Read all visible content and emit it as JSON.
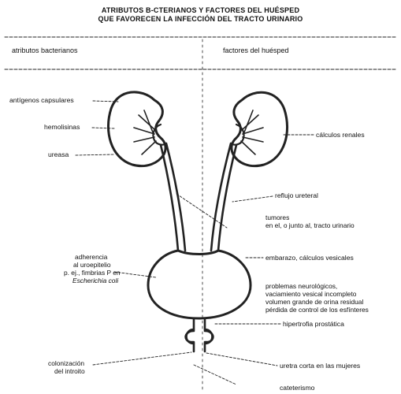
{
  "title": {
    "line1": "ATRIBUTOS B-CTERIANOS Y FACTORES DEL HUÉSPED",
    "line2": "QUE FAVORECEN LA INFECCIÓN DEL TRACTO URINARIO"
  },
  "headers": {
    "left": "atributos bacterianos",
    "right": "factores del huésped"
  },
  "bacterial_attributes": {
    "capsular": "antígenos capsulares",
    "hemolysins": "hemolisinas",
    "urease": "ureasa",
    "adherence": [
      "adherencia",
      "al uroepitelio",
      "p. ej., fimbrias P en"
    ],
    "adherence_organism": "Escherichia coli",
    "colonization": [
      "colonización",
      "del introito"
    ]
  },
  "host_factors": {
    "renal_stones": "cálculos renales",
    "reflux": "reflujo ureteral",
    "tumors": [
      "tumores",
      "en el, o junto al, tracto urinario"
    ],
    "pregnancy": "embarazo, cálculos vesicales",
    "neuro": [
      "problemas neurológicos,",
      "vaciamiento vesical incompleto",
      "volumen grande de orina residual",
      "pérdida de control de los esfínteres"
    ],
    "prostate": "hipertrofia prostática",
    "short_urethra": "uretra corta en las mujeres",
    "catheter": "cateterismo"
  }
}
